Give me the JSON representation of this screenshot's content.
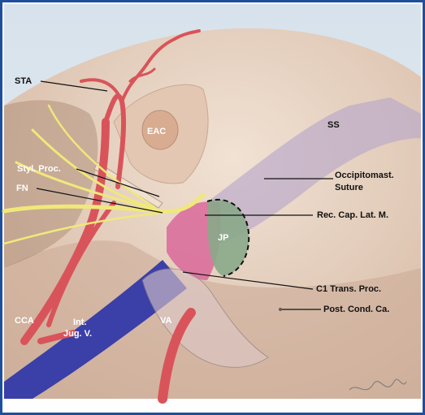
{
  "labels": {
    "sta": "STA",
    "eac": "EAC",
    "ss": "SS",
    "styl_proc": "Styl. Proc.",
    "fn": "FN",
    "occipitomast_1": "Occipitomast.",
    "occipitomast_2": "Suture",
    "rec_cap": "Rec. Cap. Lat. M.",
    "jp": "JP",
    "c1": "C1 Trans. Proc.",
    "post_cond": "Post. Cond. Ca.",
    "cca": "CCA",
    "int_jug_1": "Int.",
    "int_jug_2": "Jug. V.",
    "va": "VA"
  },
  "colors": {
    "frame": "#1e4f9c",
    "artery": "#d9545a",
    "vein": "#3b3fa8",
    "nerve": "#f0e87a",
    "muscle": "#d9689a",
    "jugular_process": "#8aa88a",
    "bone": "#e6d0c0"
  }
}
